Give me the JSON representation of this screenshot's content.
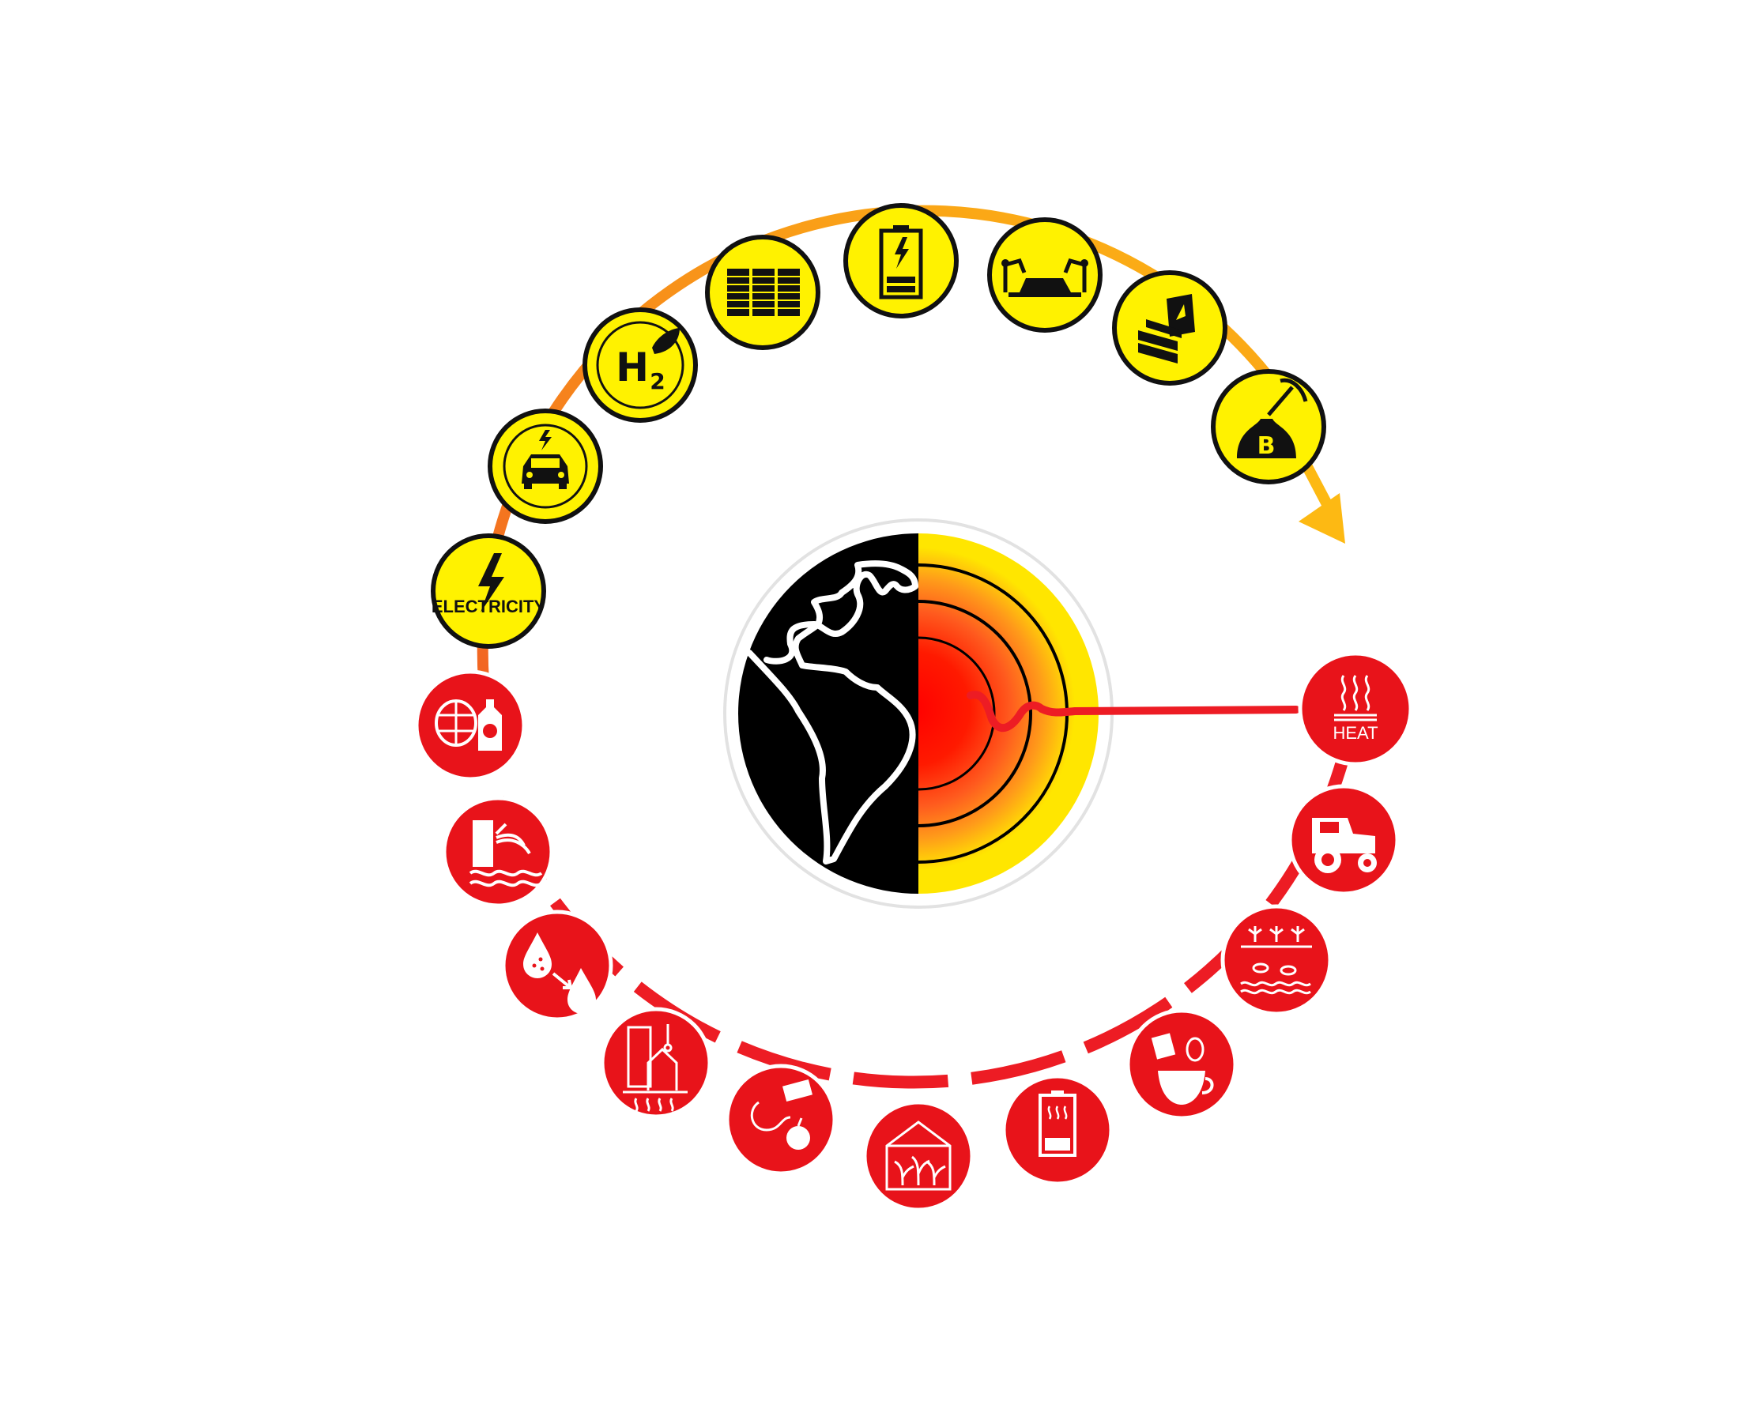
{
  "colors": {
    "background": "#ffffff",
    "yellow_fill": "#FFF200",
    "yellow_stroke": "#111111",
    "red_fill": "#E8131A",
    "red_stroke": "#ffffff",
    "arc_orange": "#F7931E",
    "arc_red": "#ED1C24",
    "earth_black": "#000000",
    "core_red": "#FF0000",
    "core_yellow": "#FFEB00"
  },
  "center": {
    "left_half": "earth-outline-americas-icon",
    "right_half": "geothermal-core-icon"
  },
  "nodes": {
    "electricity": {
      "icon": "lightning-bolt-icon",
      "label": "ELECTRICITY"
    },
    "ev_charging": {
      "icon": "electric-car-icon"
    },
    "hydrogen": {
      "icon": "green-hydrogen-icon",
      "label": "H2"
    },
    "data_center": {
      "icon": "server-racks-icon"
    },
    "battery": {
      "icon": "battery-charging-icon"
    },
    "manufacturing": {
      "icon": "robotic-car-assembly-icon"
    },
    "industry": {
      "icon": "steel-bars-icon"
    },
    "crypto_mining": {
      "icon": "bitcoin-mining-icon"
    },
    "heat": {
      "icon": "heat-waves-icon",
      "label": "HEAT"
    },
    "agriculture": {
      "icon": "tractor-icon"
    },
    "aquaponics": {
      "icon": "aquaponics-icon"
    },
    "food_drying": {
      "icon": "coffee-drying-icon"
    },
    "heat_storage": {
      "icon": "thermal-battery-icon"
    },
    "greenhouse": {
      "icon": "greenhouse-icon"
    },
    "food_processing": {
      "icon": "food-processing-icon"
    },
    "district_heating": {
      "icon": "district-heating-icon"
    },
    "desalination": {
      "icon": "water-desalination-icon"
    },
    "bathing": {
      "icon": "spa-bathing-icon"
    },
    "beverages": {
      "icon": "brewing-dairy-icon"
    }
  }
}
